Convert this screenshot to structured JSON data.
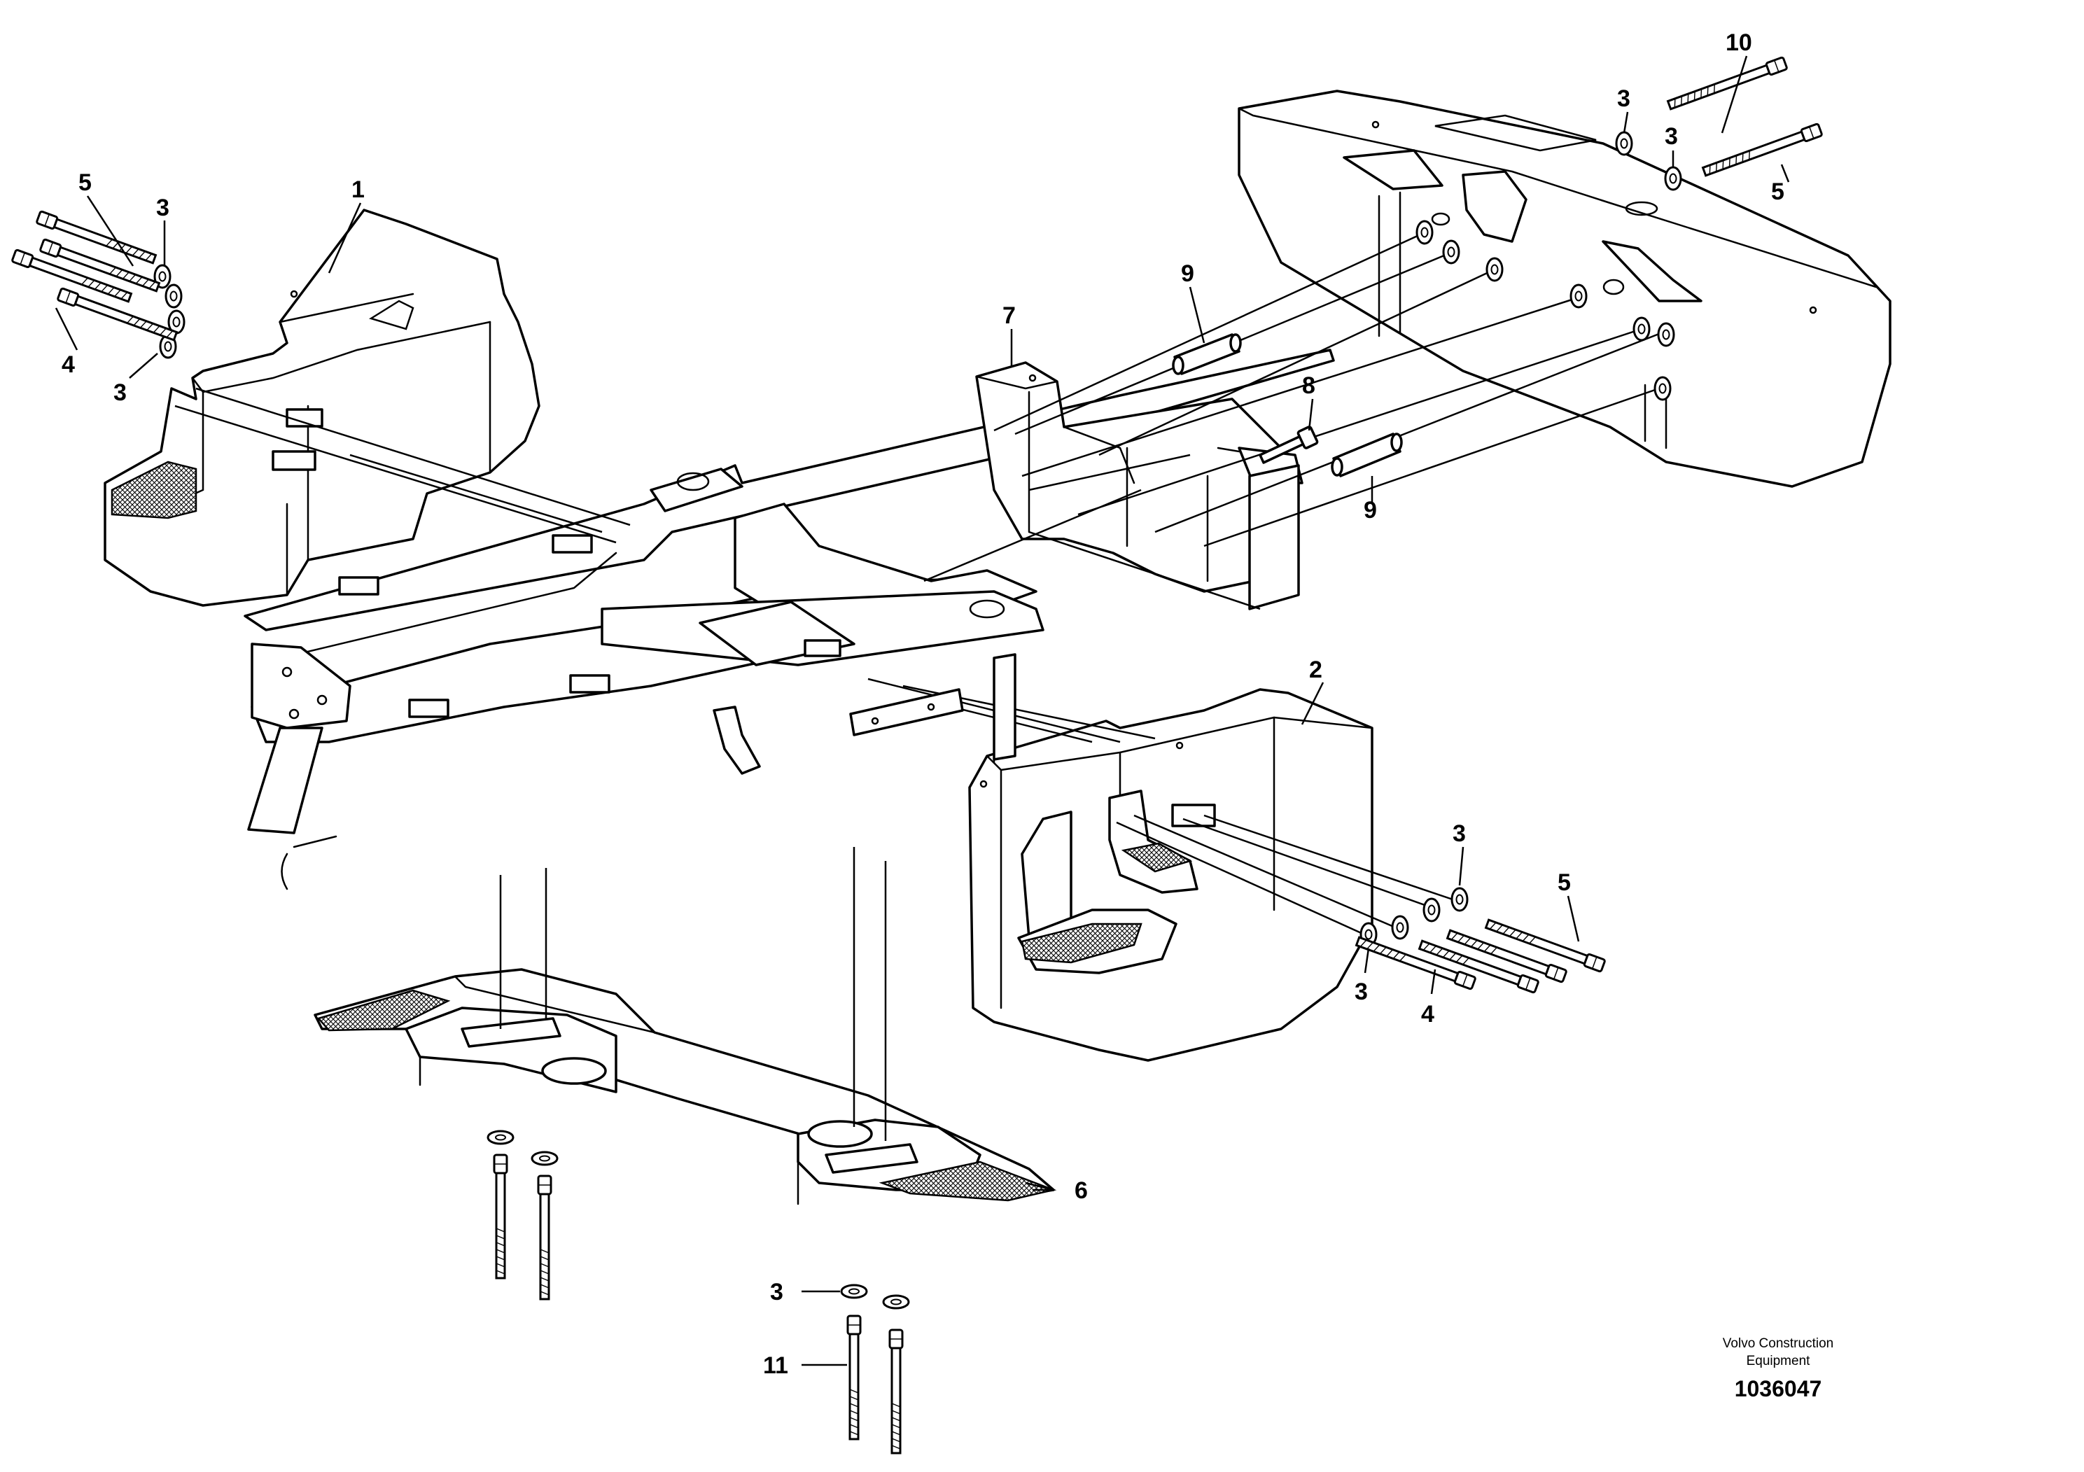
{
  "diagram": {
    "callouts": {
      "c1": "1",
      "c2": "2",
      "c3": "3",
      "c4": "4",
      "c5": "5",
      "c6": "6",
      "c7": "7",
      "c8": "8",
      "c9": "9",
      "c10": "10",
      "c11": "11"
    },
    "footer": {
      "brand_line1": "Volvo Construction",
      "brand_line2": "Equipment",
      "document_number": "1036047"
    }
  }
}
